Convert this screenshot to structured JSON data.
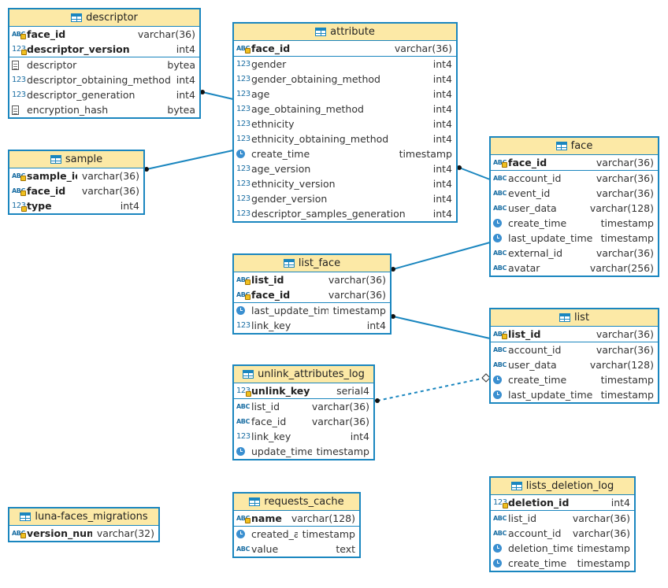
{
  "tables": [
    {
      "id": "descriptor",
      "name": "descriptor",
      "keys": [
        {
          "name": "face_id",
          "type": "varchar(36)",
          "icon": "text-key-icon"
        },
        {
          "name": "descriptor_version",
          "type": "int4",
          "icon": "number-key-icon"
        }
      ],
      "columns": [
        {
          "name": "descriptor",
          "type": "bytea",
          "icon": "binary-icon"
        },
        {
          "name": "descriptor_obtaining_method",
          "type": "int4",
          "icon": "number-icon"
        },
        {
          "name": "descriptor_generation",
          "type": "int4",
          "icon": "number-icon"
        },
        {
          "name": "encryption_hash",
          "type": "bytea",
          "icon": "binary-icon"
        }
      ]
    },
    {
      "id": "attribute",
      "name": "attribute",
      "keys": [
        {
          "name": "face_id",
          "type": "varchar(36)",
          "icon": "text-key-icon"
        }
      ],
      "columns": [
        {
          "name": "gender",
          "type": "int4",
          "icon": "number-icon"
        },
        {
          "name": "gender_obtaining_method",
          "type": "int4",
          "icon": "number-icon"
        },
        {
          "name": "age",
          "type": "int4",
          "icon": "number-icon"
        },
        {
          "name": "age_obtaining_method",
          "type": "int4",
          "icon": "number-icon"
        },
        {
          "name": "ethnicity",
          "type": "int4",
          "icon": "number-icon"
        },
        {
          "name": "ethnicity_obtaining_method",
          "type": "int4",
          "icon": "number-icon"
        },
        {
          "name": "create_time",
          "type": "timestamp",
          "icon": "clock-icon"
        },
        {
          "name": "age_version",
          "type": "int4",
          "icon": "number-icon"
        },
        {
          "name": "ethnicity_version",
          "type": "int4",
          "icon": "number-icon"
        },
        {
          "name": "gender_version",
          "type": "int4",
          "icon": "number-icon"
        },
        {
          "name": "descriptor_samples_generation",
          "type": "int4",
          "icon": "number-icon"
        }
      ]
    },
    {
      "id": "sample",
      "name": "sample",
      "keys": [
        {
          "name": "sample_id",
          "type": "varchar(36)",
          "icon": "text-key-icon"
        },
        {
          "name": "face_id",
          "type": "varchar(36)",
          "icon": "text-key-icon"
        },
        {
          "name": "type",
          "type": "int4",
          "icon": "number-key-icon"
        }
      ],
      "columns": []
    },
    {
      "id": "face",
      "name": "face",
      "keys": [
        {
          "name": "face_id",
          "type": "varchar(36)",
          "icon": "text-key-icon"
        }
      ],
      "columns": [
        {
          "name": "account_id",
          "type": "varchar(36)",
          "icon": "text-icon"
        },
        {
          "name": "event_id",
          "type": "varchar(36)",
          "icon": "text-icon"
        },
        {
          "name": "user_data",
          "type": "varchar(128)",
          "icon": "text-icon"
        },
        {
          "name": "create_time",
          "type": "timestamp",
          "icon": "clock-icon"
        },
        {
          "name": "last_update_time",
          "type": "timestamp",
          "icon": "clock-icon"
        },
        {
          "name": "external_id",
          "type": "varchar(36)",
          "icon": "text-icon"
        },
        {
          "name": "avatar",
          "type": "varchar(256)",
          "icon": "text-icon"
        }
      ]
    },
    {
      "id": "list_face",
      "name": "list_face",
      "keys": [
        {
          "name": "list_id",
          "type": "varchar(36)",
          "icon": "text-key-icon"
        },
        {
          "name": "face_id",
          "type": "varchar(36)",
          "icon": "text-key-icon"
        }
      ],
      "columns": [
        {
          "name": "last_update_time",
          "type": "timestamp",
          "icon": "clock-icon"
        },
        {
          "name": "link_key",
          "type": "int4",
          "icon": "number-icon"
        }
      ]
    },
    {
      "id": "list",
      "name": "list",
      "keys": [
        {
          "name": "list_id",
          "type": "varchar(36)",
          "icon": "text-key-icon"
        }
      ],
      "columns": [
        {
          "name": "account_id",
          "type": "varchar(36)",
          "icon": "text-icon"
        },
        {
          "name": "user_data",
          "type": "varchar(128)",
          "icon": "text-icon"
        },
        {
          "name": "create_time",
          "type": "timestamp",
          "icon": "clock-icon"
        },
        {
          "name": "last_update_time",
          "type": "timestamp",
          "icon": "clock-icon"
        }
      ]
    },
    {
      "id": "unlink_attributes_log",
      "name": "unlink_attributes_log",
      "keys": [
        {
          "name": "unlink_key",
          "type": "serial4",
          "icon": "number-key-icon"
        }
      ],
      "columns": [
        {
          "name": "list_id",
          "type": "varchar(36)",
          "icon": "text-icon"
        },
        {
          "name": "face_id",
          "type": "varchar(36)",
          "icon": "text-icon"
        },
        {
          "name": "link_key",
          "type": "int4",
          "icon": "number-icon"
        },
        {
          "name": "update_time",
          "type": "timestamp",
          "icon": "clock-icon"
        }
      ]
    },
    {
      "id": "luna_faces_migrations",
      "name": "luna-faces_migrations",
      "keys": [
        {
          "name": "version_num",
          "type": "varchar(32)",
          "icon": "text-key-icon"
        }
      ],
      "columns": []
    },
    {
      "id": "requests_cache",
      "name": "requests_cache",
      "keys": [
        {
          "name": "name",
          "type": "varchar(128)",
          "icon": "text-key-icon"
        }
      ],
      "columns": [
        {
          "name": "created_at",
          "type": "timestamp",
          "icon": "clock-icon"
        },
        {
          "name": "value",
          "type": "text",
          "icon": "text-icon"
        }
      ]
    },
    {
      "id": "lists_deletion_log",
      "name": "lists_deletion_log",
      "keys": [
        {
          "name": "deletion_id",
          "type": "int4",
          "icon": "number-key-icon"
        }
      ],
      "columns": [
        {
          "name": "list_id",
          "type": "varchar(36)",
          "icon": "text-icon"
        },
        {
          "name": "account_id",
          "type": "varchar(36)",
          "icon": "text-icon"
        },
        {
          "name": "deletion_time",
          "type": "timestamp",
          "icon": "clock-icon"
        },
        {
          "name": "create_time",
          "type": "timestamp",
          "icon": "clock-icon"
        }
      ]
    }
  ],
  "relationships": [
    {
      "from": "descriptor",
      "to": "attribute",
      "style": "solid"
    },
    {
      "from": "sample",
      "to": "attribute",
      "style": "solid"
    },
    {
      "from": "attribute",
      "to": "face",
      "style": "solid"
    },
    {
      "from": "list_face",
      "to": "face",
      "style": "solid"
    },
    {
      "from": "list_face",
      "to": "list",
      "style": "solid"
    },
    {
      "from": "unlink_attributes_log",
      "to": "list",
      "style": "dashed"
    }
  ],
  "colors": {
    "border": "#1a86bf",
    "header": "#fce9a6",
    "line": "#1a86bf"
  }
}
